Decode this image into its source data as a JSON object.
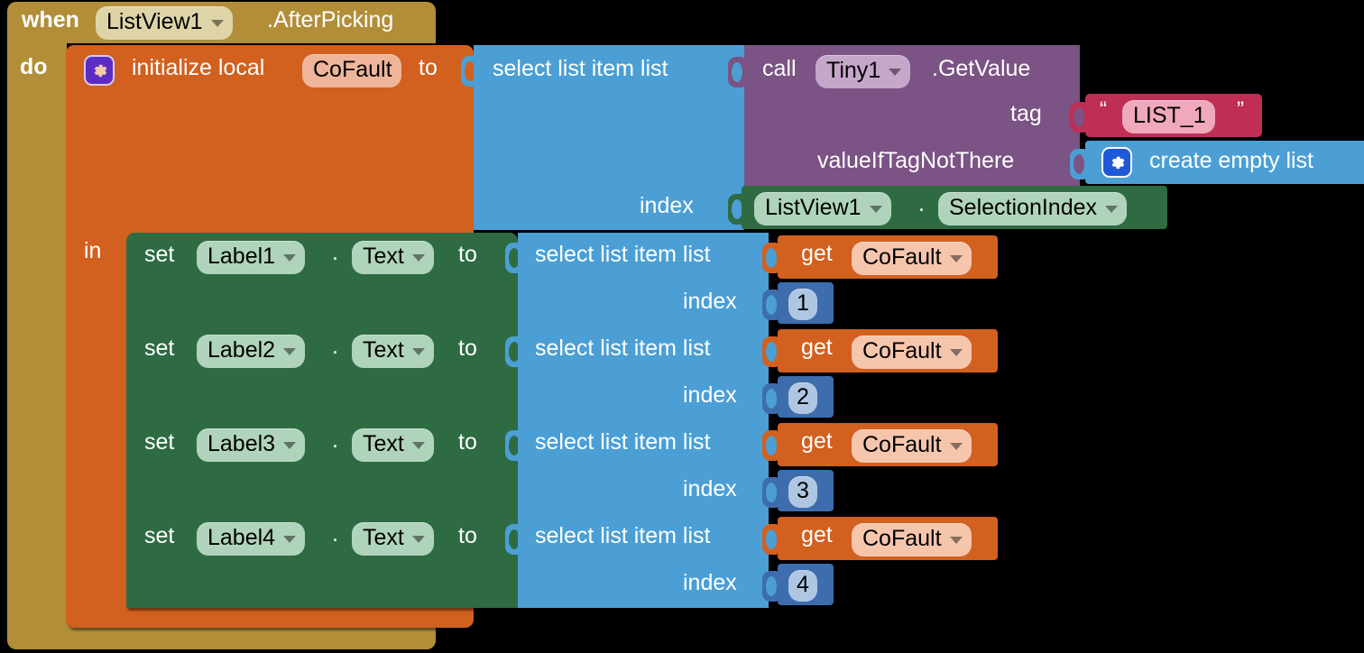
{
  "app": {
    "name": "MIT App Inventor Blocks Editor",
    "canvas_background": "#000000"
  },
  "palette": {
    "event_gold": "#B28E38",
    "variable_orange": "#D2601F",
    "component_set_green": "#2E6B43",
    "list_blue": "#4B9FD5",
    "component_call_purple": "#7B5384",
    "text_crimson": "#BF2E55",
    "math_navy": "#3D6DAD"
  },
  "event_block": {
    "name": "when-listview1-afterpicking",
    "keyword": "when",
    "component": "ListView1",
    "event": ".AfterPicking",
    "body_label": "do"
  },
  "local_var_block": {
    "name": "initialize-local-cofault",
    "gear_icon": "gear-icon",
    "keyword": "initialize local",
    "variable": "CoFault",
    "to_label": "to",
    "in_label": "in"
  },
  "init_value": {
    "select_list_item": {
      "title": "select list item  list",
      "index_label": "index"
    },
    "call_block": {
      "keyword": "call",
      "component": "Tiny1",
      "method": ".GetValue",
      "tag_label": "tag",
      "value_if_tag_not_there_label": "valueIfTagNotThere"
    },
    "tag_text": {
      "open_quote": "“",
      "value": "LIST_1",
      "close_quote": "”"
    },
    "empty_list": {
      "gear_icon": "gear-icon",
      "label": "create empty list"
    },
    "index_getter": {
      "component": "ListView1",
      "dot": ".",
      "property": "SelectionIndex"
    }
  },
  "statements": [
    {
      "name": "set-label1-text",
      "set_label": "set",
      "component": "Label1",
      "dot": ".",
      "property": "Text",
      "to_label": "to",
      "value": {
        "title": "select list item  list",
        "list_get_keyword": "get",
        "list_variable": "CoFault",
        "index_label": "index",
        "index_value": "1"
      }
    },
    {
      "name": "set-label2-text",
      "set_label": "set",
      "component": "Label2",
      "dot": ".",
      "property": "Text",
      "to_label": "to",
      "value": {
        "title": "select list item  list",
        "list_get_keyword": "get",
        "list_variable": "CoFault",
        "index_label": "index",
        "index_value": "2"
      }
    },
    {
      "name": "set-label3-text",
      "set_label": "set",
      "component": "Label3",
      "dot": ".",
      "property": "Text",
      "to_label": "to",
      "value": {
        "title": "select list item  list",
        "list_get_keyword": "get",
        "list_variable": "CoFault",
        "index_label": "index",
        "index_value": "3"
      }
    },
    {
      "name": "set-label4-text",
      "set_label": "set",
      "component": "Label4",
      "dot": ".",
      "property": "Text",
      "to_label": "to",
      "value": {
        "title": "select list item  list",
        "list_get_keyword": "get",
        "list_variable": "CoFault",
        "index_label": "index",
        "index_value": "4"
      }
    }
  ]
}
